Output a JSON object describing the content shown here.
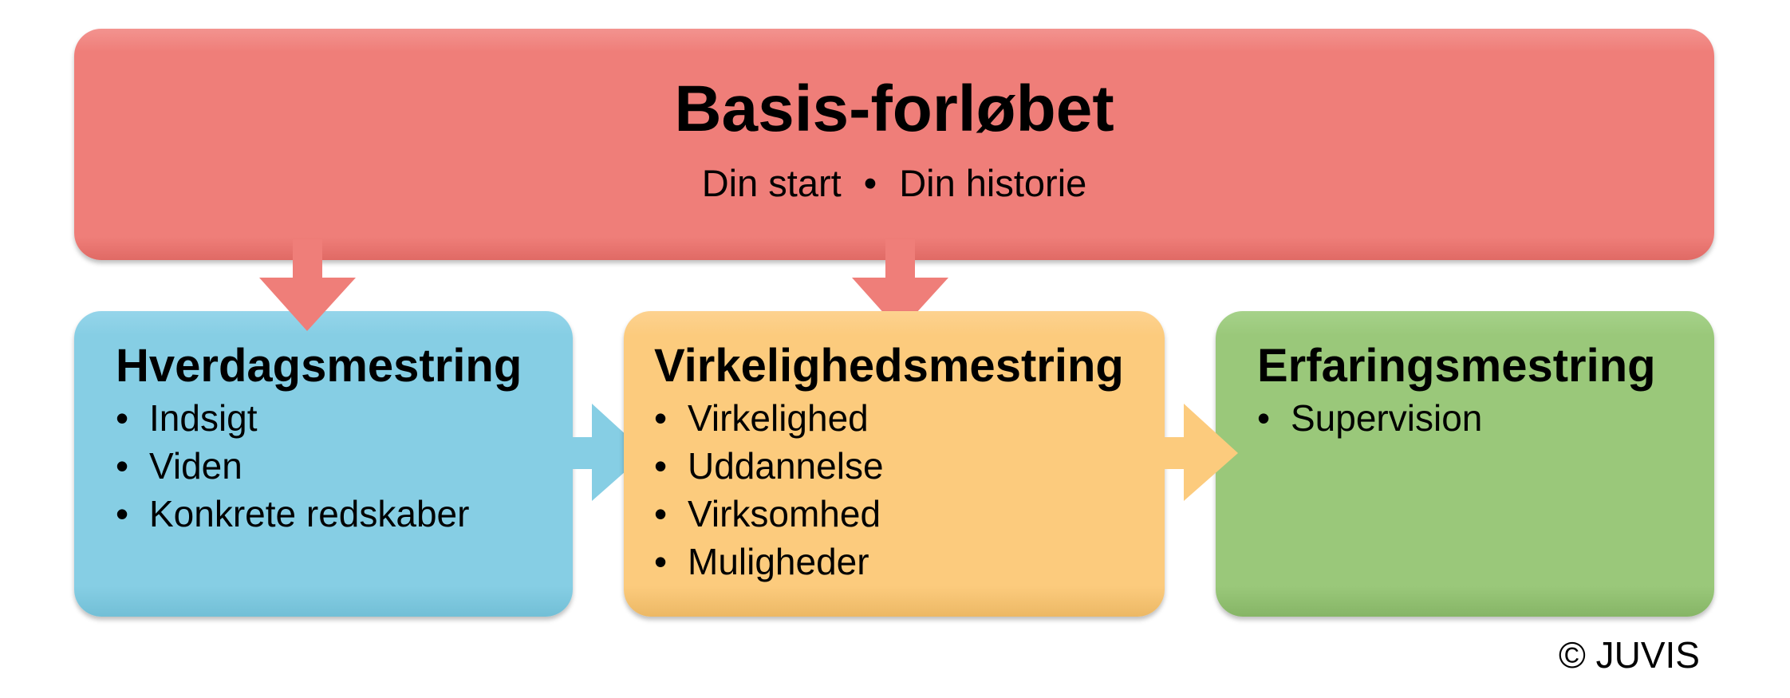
{
  "top": {
    "title": "Basis-forløbet",
    "sub_left": "Din start",
    "sub_sep": "•",
    "sub_right": "Din historie",
    "color": "#ef7e79"
  },
  "boxes": [
    {
      "title": "Hverdagsmestring",
      "color": "#86cee4",
      "items": [
        "Indsigt",
        "Viden",
        "Konkrete redskaber"
      ]
    },
    {
      "title": "Virkelighedsmestring",
      "color": "#fccb7d",
      "items": [
        "Virkelighed",
        "Uddannelse",
        "Virksomhed",
        "Muligheder"
      ]
    },
    {
      "title": "Erfaringsmestring",
      "color": "#9ac87a",
      "items": [
        "Supervision"
      ]
    }
  ],
  "bullet": "•",
  "copyright": "© JUVIS"
}
